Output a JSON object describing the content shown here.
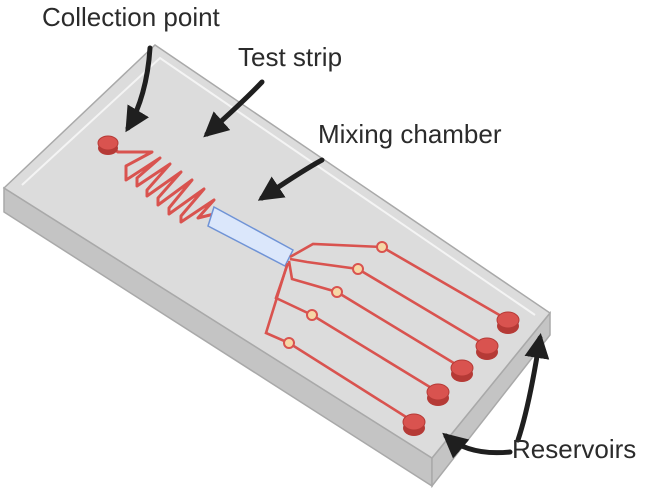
{
  "labels": {
    "collection_point": "Collection point",
    "test_strip": "Test strip",
    "mixing_chamber": "Mixing chamber",
    "reservoirs": "Reservoirs"
  },
  "colors": {
    "channel": "#d9534f",
    "channel_dark": "#b53a36",
    "chip_top": "#dcdcdc",
    "chip_side": "#c4c4c4",
    "chip_edge": "#a9a9a9",
    "mixing_chamber_fill": "#dbe7fb",
    "mixing_chamber_stroke": "#6f93d6",
    "arrow": "#1f1f1f",
    "junction_fill": "#f6d7a6"
  }
}
